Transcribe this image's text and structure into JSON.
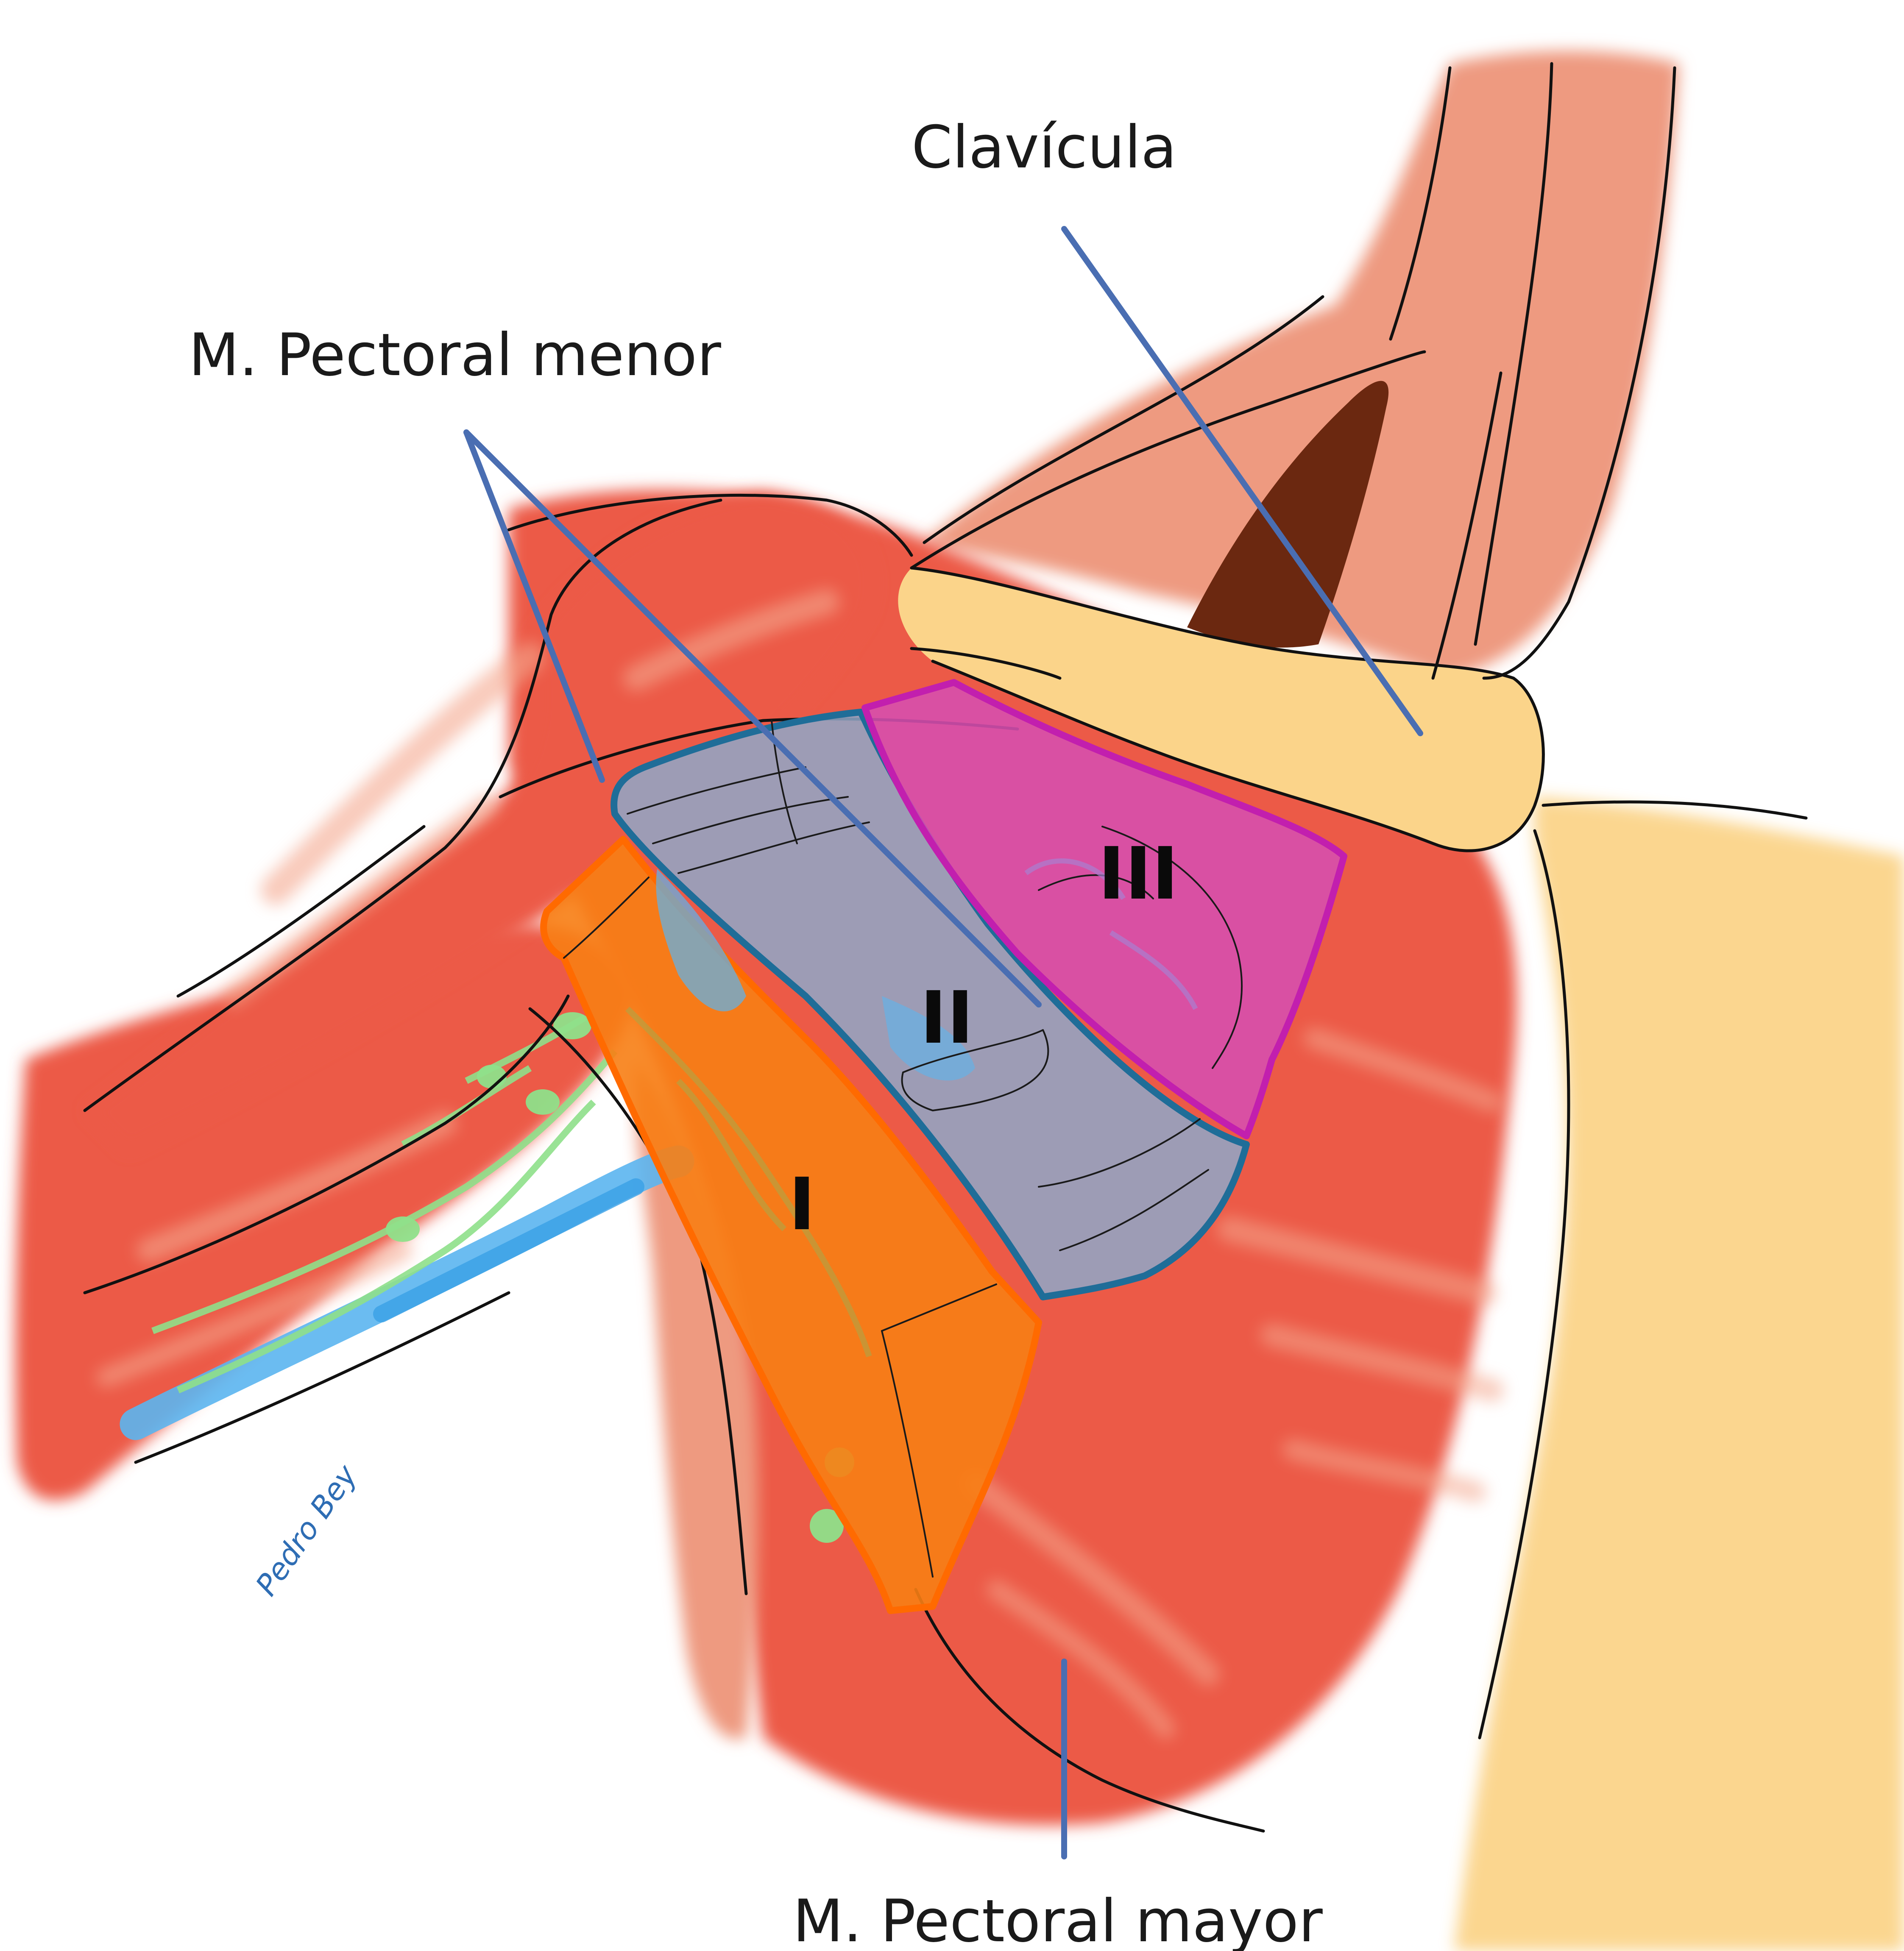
{
  "labels": {
    "clavicle": "Clavícula",
    "pectoralis_minor": "M. Pectoral menor",
    "pectoralis_major": "M. Pectoral mayor"
  },
  "levels": {
    "level_1": "I",
    "level_2": "II",
    "level_3": "III"
  },
  "signature": "Pedro Bey",
  "colors": {
    "muscle": "#ec5a47",
    "muscle_light": "#ee9a80",
    "bone": "#fbd48a",
    "level_1": "#f77e14",
    "level_2": "#8fa8c9",
    "level_3": "#d64fb0",
    "level_1_border": "#ff6a00",
    "level_2_border": "#1f6d98",
    "level_3_border": "#c21fae",
    "leader": "#4a6eb2",
    "lymph_node": "#8fe08a",
    "vessel": "#5bb5ef",
    "dark_shadow": "#6b2810"
  }
}
